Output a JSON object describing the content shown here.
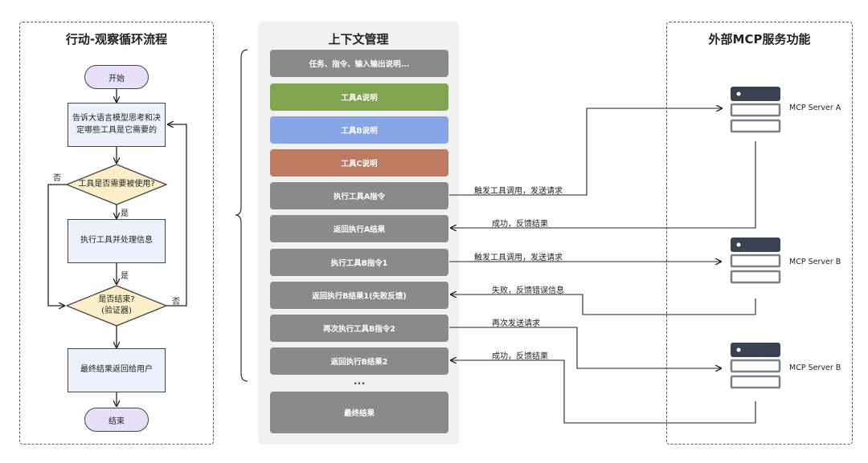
{
  "left_panel": {
    "title": "行动-观察循环流程",
    "start": "开始",
    "step1": "告诉大语言模型思考和决定哪些工具是它需要的",
    "decision1": "工具是否需要被使用?",
    "no1": "否",
    "yes1": "是",
    "step2": "执行工具并处理信息",
    "yes2": "是",
    "decision2": "是否结束?\n(验证器)",
    "no2": "否",
    "step3": "最终结果返回给用户",
    "end": "结束"
  },
  "middle_panel": {
    "title": "上下文管理",
    "items": [
      "任务、指令、输入输出说明...",
      "工具A说明",
      "工具B说明",
      "工具C说明",
      "执行工具A指令",
      "返回执行A结果",
      "执行工具B指令1",
      "返回执行B结果1(失败反馈)",
      "再次执行工具B指令2",
      "返回执行B结果2"
    ],
    "ellipsis": "...",
    "final": "最终结果"
  },
  "right_panel": {
    "title": "外部MCP服务功能",
    "servers": [
      "MCP Server A",
      "MCP Server B",
      "MCP Server B"
    ]
  },
  "connections": [
    "触发工具调用，发送请求",
    "成功，反馈结果",
    "触发工具调用，发送请求",
    "失败，反馈错误信息",
    "再次发送请求",
    "成功，反馈结果"
  ],
  "colors": {
    "context_gray": "#8a8a8a",
    "tool_a": "#7fa54e",
    "tool_b": "#86a6e8",
    "tool_c": "#bf7a62",
    "terminal_fill": "#e6e0fa",
    "process_fill": "#eef1fb",
    "decision_fill": "#fbefc9",
    "server_dark": "#3a4150"
  }
}
